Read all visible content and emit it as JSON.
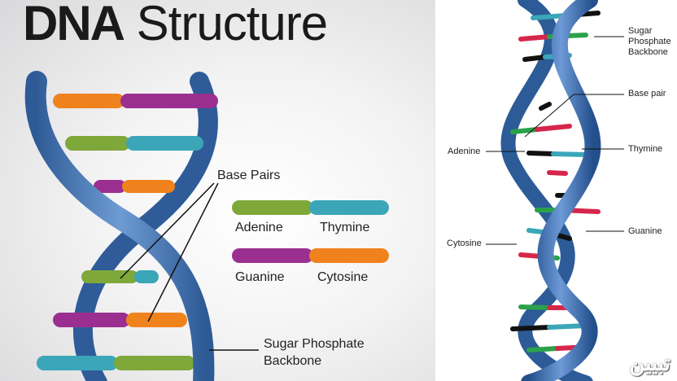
{
  "left_panel": {
    "title_bold": "DNA",
    "title_rest": "Structure",
    "base_pairs_label": "Base Pairs",
    "legend": [
      {
        "left": "Adenine",
        "right": "Thymine",
        "left_color": "#7fa83a",
        "right_color": "#3ba6b8"
      },
      {
        "left": "Guanine",
        "right": "Cytosine",
        "left_color": "#9b2f8f",
        "right_color": "#f0821e"
      }
    ],
    "backbone_label_line1": "Sugar Phosphate",
    "backbone_label_line2": "Backbone"
  },
  "right_panel": {
    "labels": {
      "sugar": [
        "Sugar",
        "Phosphate",
        "Backbone"
      ],
      "base_pair": "Base pair",
      "adenine": "Adenine",
      "thymine": "Thymine",
      "cytosine": "Cytosine",
      "guanine": "Guanine"
    }
  },
  "colors": {
    "backbone": "#3f6fae",
    "adenine": "#7fa83a",
    "thymine": "#3ba6b8",
    "guanine": "#9b2f8f",
    "cytosine": "#f0821e"
  },
  "watermark": "تبيين"
}
